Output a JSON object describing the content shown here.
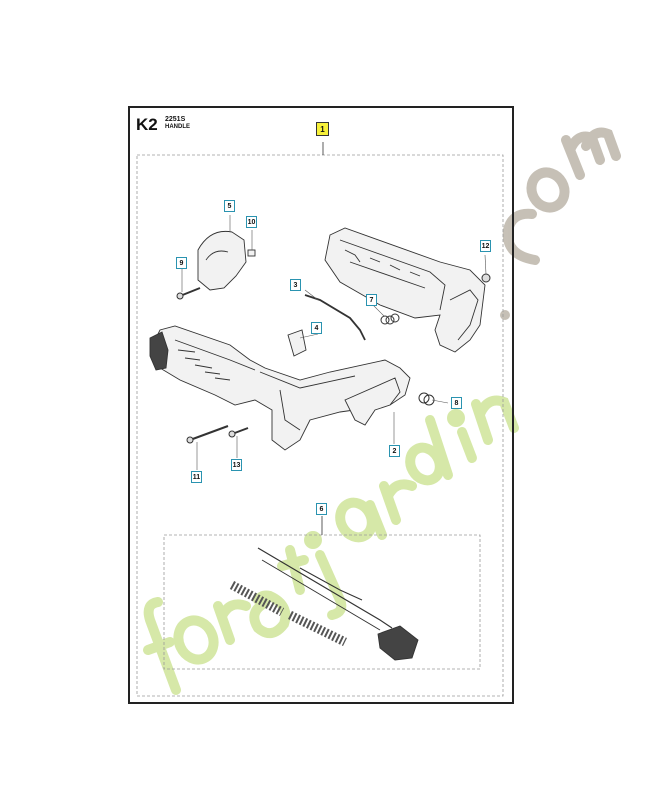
{
  "header": {
    "code": "K2",
    "model": "2251S",
    "section": "HANDLE"
  },
  "callouts": {
    "c1": "1",
    "c2": "2",
    "c3": "3",
    "c4": "4",
    "c5": "5",
    "c6": "6",
    "c7": "7",
    "c8": "8",
    "c9": "9",
    "c10": "10",
    "c11": "11",
    "c12": "12",
    "c13": "13"
  },
  "watermark": {
    "text": "foretjardin.com",
    "color_main": "#c8e08a",
    "color_dot": "#b9b2a6"
  },
  "colors": {
    "callout_border": "#2a93b0",
    "main_callout_fill": "#f7f13a",
    "line": "#333333",
    "dashed": "#9a9a9a"
  }
}
